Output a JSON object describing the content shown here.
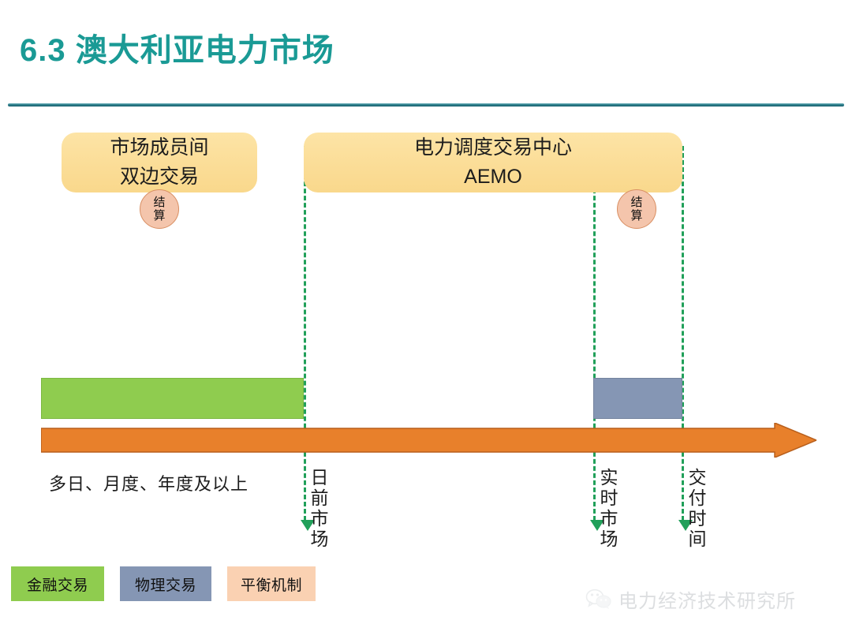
{
  "slide": {
    "title": "6.3 澳大利亚电力市场",
    "background_color": "#ffffff",
    "title_color": "#1a9a95",
    "rule_color": "#2d7d8a"
  },
  "actors": [
    {
      "id": "bilateral",
      "label": "市场成员间\n双边交易",
      "fill_color": "#fbdd97"
    },
    {
      "id": "aemo",
      "label": "电力调度交易中心\nAEMO",
      "fill_color": "#fbdd97"
    }
  ],
  "settlements": [
    {
      "id": "settle-left",
      "label": "结算",
      "fill_color": "#f4c5ac",
      "border_color": "#d98f63"
    },
    {
      "id": "settle-right",
      "label": "结算",
      "fill_color": "#f4c5ac",
      "border_color": "#d98f63"
    }
  ],
  "milestones": [
    {
      "id": "dayahead",
      "label": "日前市场",
      "line_color": "#21a05a"
    },
    {
      "id": "realtime",
      "label": "实时市场",
      "line_color": "#21a05a"
    },
    {
      "id": "delivery",
      "label": "交付时间",
      "line_color": "#21a05a"
    }
  ],
  "timeline": {
    "period_label": "多日、月度、年度及以上",
    "arrow_color": "#e8802b",
    "arrow_border_color": "#b85f1c"
  },
  "bars": [
    {
      "id": "financial",
      "fill_color": "#8fcc4f",
      "category": "金融交易"
    },
    {
      "id": "physical",
      "fill_color": "#8596b4",
      "category": "物理交易"
    }
  ],
  "legend": [
    {
      "id": "financial",
      "label": "金融交易",
      "color": "#8fcc4f"
    },
    {
      "id": "physical",
      "label": "物理交易",
      "color": "#8596b4"
    },
    {
      "id": "balance",
      "label": "平衡机制",
      "color": "#fad1b2"
    }
  ],
  "watermark": {
    "icon": "wechat-icon",
    "text": "电力经济技术研究所"
  }
}
